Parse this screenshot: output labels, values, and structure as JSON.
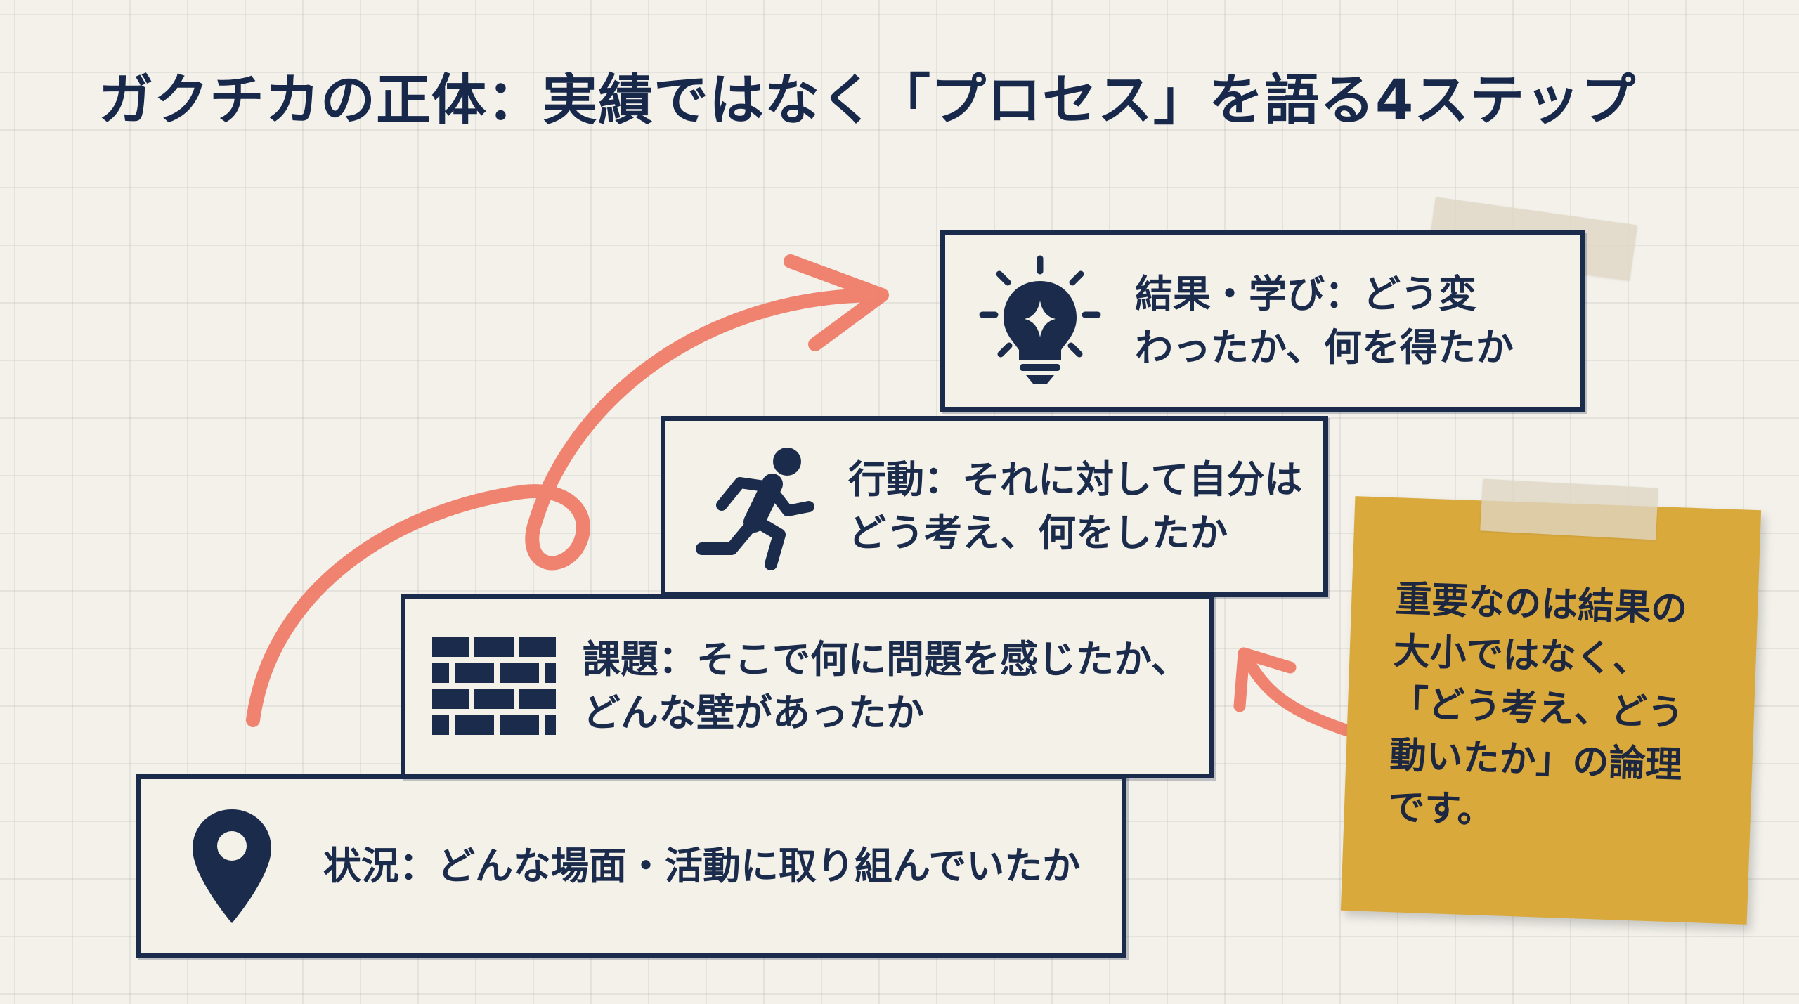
{
  "title": "ガクチカの正体：実績ではなく「プロセス」を語る4ステップ",
  "steps": [
    {
      "icon": "map-pin-icon",
      "text": "状況：どんな場面・活動に取り組んでいたか"
    },
    {
      "icon": "brick-wall-icon",
      "text": "課題：そこで何に問題を感じたか、\nどんな壁があったか"
    },
    {
      "icon": "running-person-icon",
      "text": "行動：それに対して自分は\nどう考え、何をしたか"
    },
    {
      "icon": "lightbulb-icon",
      "text": "結果・学び：どう変\nわったか、何を得たか"
    }
  ],
  "note": {
    "text": "重要なのは結果の\n大小ではなく、\n「どう考え、どう\n動いたか」の論理\nです。"
  },
  "colors": {
    "navy": "#1b2b4c",
    "card_bg": "#f4f1e9",
    "arrow": "#ef7a65",
    "note_bg": "#d9a93c",
    "grid_bg": "#f3f1ea"
  }
}
